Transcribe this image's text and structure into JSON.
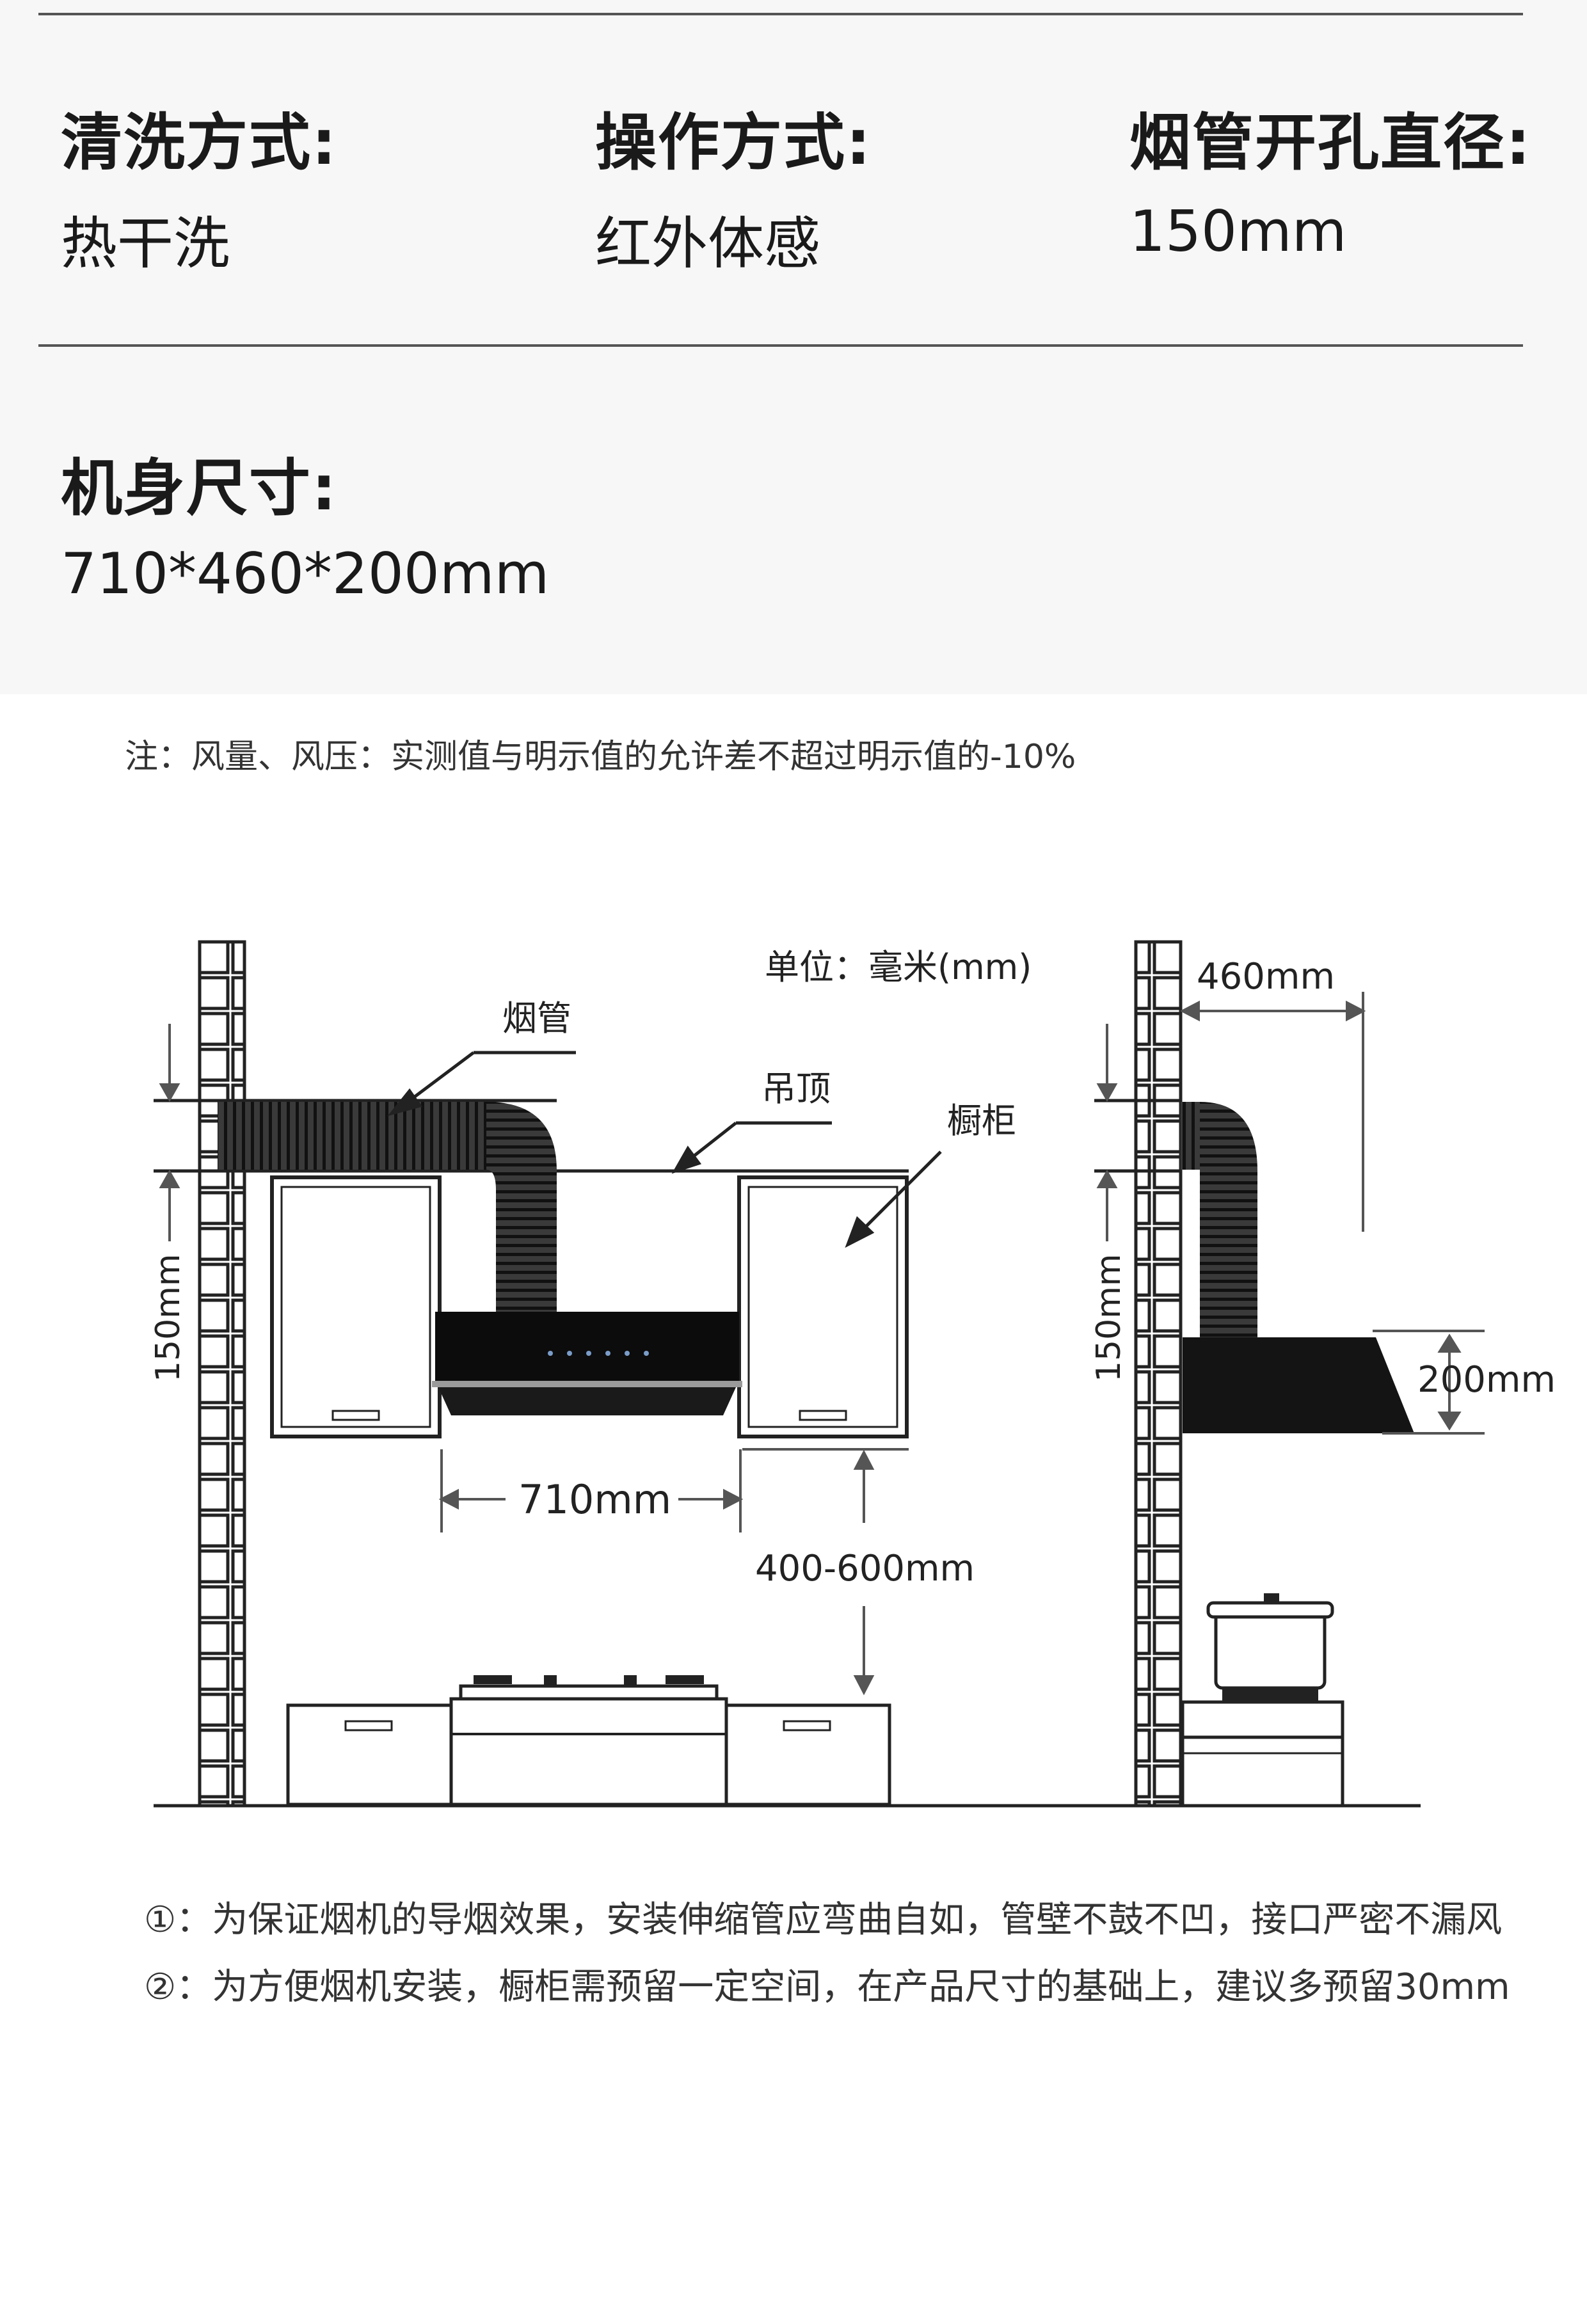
{
  "specs": [
    {
      "label": "清洗方式:",
      "value": "热干洗"
    },
    {
      "label": "操作方式:",
      "value": "红外体感"
    },
    {
      "label": "烟管开孔直径:",
      "value": "150mm"
    }
  ],
  "body_size": {
    "label": "机身尺寸:",
    "value": "710*460*200mm"
  },
  "note": "注：风量、风压：实测值与明示值的允许差不超过明示值的-10%",
  "diagram": {
    "unit": "单位：毫米(mm)",
    "labels": {
      "duct": "烟管",
      "ceiling": "吊顶",
      "cabinet": "橱柜"
    },
    "dimensions": {
      "duct_front": "150mm",
      "duct_side": "150mm",
      "width": "710mm",
      "height_gap": "400-600mm",
      "depth": "460mm",
      "height": "200mm"
    }
  },
  "footnotes": [
    "①：为保证烟机的导烟效果，安装伸缩管应弯曲自如，管壁不鼓不凹，接口严密不漏风",
    "②：为方便烟机安装，橱柜需预留一定空间，在产品尺寸的基础上，建议多预留30mm"
  ]
}
